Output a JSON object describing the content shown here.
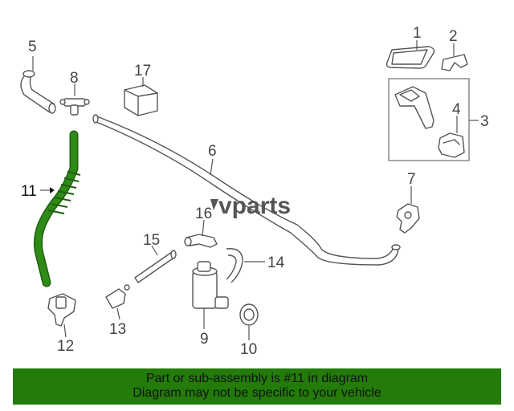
{
  "diagram": {
    "callouts": {
      "c1": "1",
      "c2": "2",
      "c3": "3",
      "c4": "4",
      "c5": "5",
      "c6": "6",
      "c7": "7",
      "c8": "8",
      "c9": "9",
      "c10": "10",
      "c11": "11",
      "c12": "12",
      "c13": "13",
      "c14": "14",
      "c15": "15",
      "c16": "16",
      "c17": "17"
    },
    "highlighted_part": "11",
    "highlight_color": "#2e8b17",
    "watermark": "vparts"
  },
  "banner": {
    "line1": "Part or sub-assembly is #11 in diagram",
    "line2": "Diagram may not be specific to your vehicle",
    "background": "#237b0a"
  }
}
